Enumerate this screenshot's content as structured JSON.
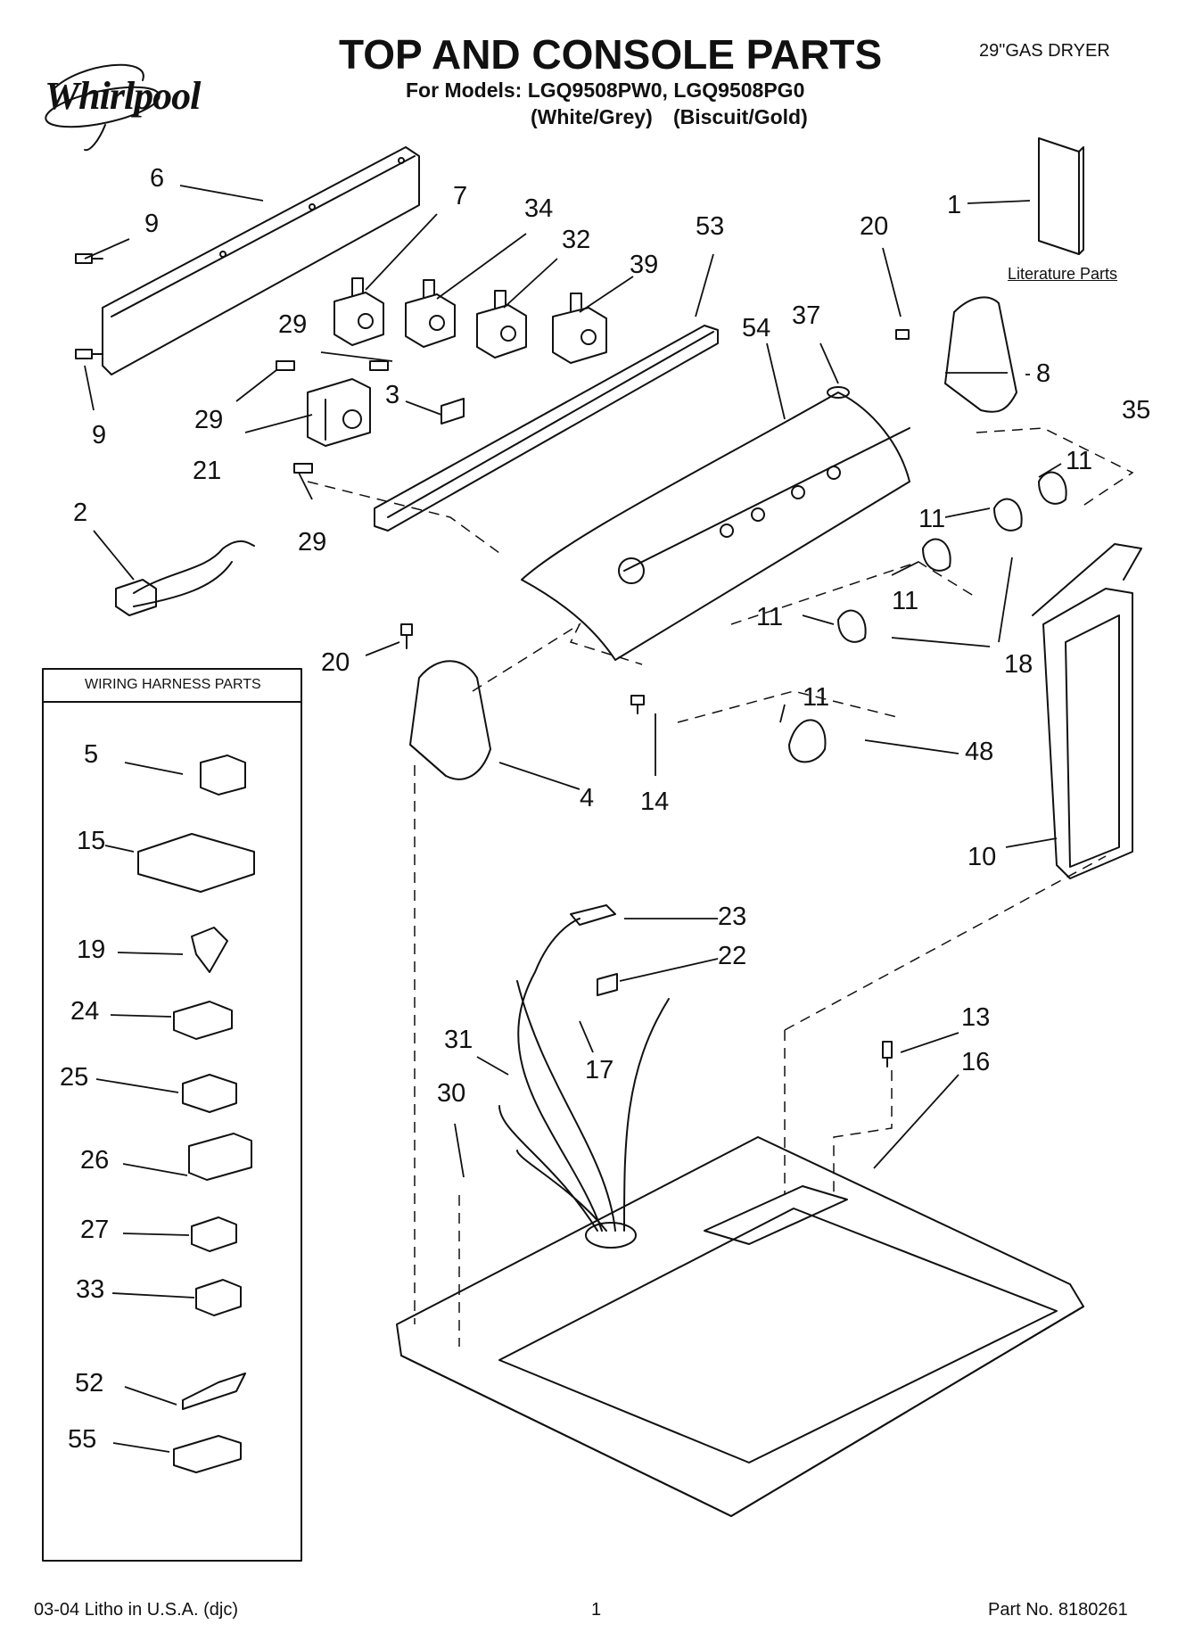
{
  "header": {
    "logo_text": "Whirlpool",
    "title": "TOP AND CONSOLE PARTS",
    "models_line": "For Models: LGQ9508PW0, LGQ9508PG0",
    "color_white_grey": "(White/Grey)",
    "color_biscuit_gold": "(Biscuit/Gold)",
    "product": "29\"GAS DRYER"
  },
  "literature_parts_label": "Literature Parts",
  "wiring_box": {
    "title": "WIRING HARNESS PARTS",
    "labels": [
      "5",
      "15",
      "19",
      "24",
      "25",
      "26",
      "27",
      "33",
      "52",
      "55"
    ]
  },
  "callouts": {
    "c1": "1",
    "c6": "6",
    "c9a": "9",
    "c9b": "9",
    "c7": "7",
    "c34": "34",
    "c32": "32",
    "c39": "39",
    "c53": "53",
    "c20a": "20",
    "c29a": "29",
    "c29b": "29",
    "c29c": "29",
    "c3": "3",
    "c21": "21",
    "c54": "54",
    "c37": "37",
    "c8": "8",
    "c35": "35",
    "c11a": "11",
    "c11b": "11",
    "c11c": "11",
    "c11d": "11",
    "c11e": "11",
    "c2": "2",
    "c18": "18",
    "c20b": "20",
    "c4": "4",
    "c14": "14",
    "c48": "48",
    "c10": "10",
    "c23": "23",
    "c22": "22",
    "c13": "13",
    "c16": "16",
    "c31": "31",
    "c17": "17",
    "c30": "30"
  },
  "footer": {
    "left": "03-04 Litho in U.S.A. (djc)",
    "page": "1",
    "part_no": "Part No. 8180261"
  }
}
